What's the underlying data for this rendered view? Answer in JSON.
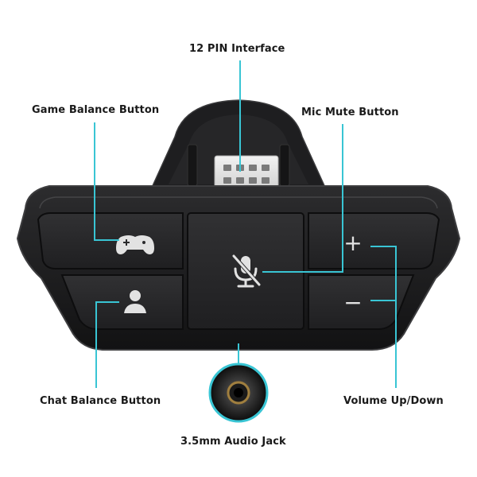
{
  "labels": {
    "pin_interface": "12 PIN Interface",
    "game_balance": "Game Balance Button",
    "mic_mute": "Mic Mute Button",
    "chat_balance": "Chat Balance Button",
    "volume": "Volume Up/Down",
    "audio_jack": "3.5mm Audio Jack"
  },
  "buttons": {
    "plus": "+",
    "minus": "−"
  },
  "icons": {
    "game": "gamepad-icon",
    "chat": "person-icon",
    "mic": "mic-muted-icon"
  },
  "colors": {
    "callout": "#39c5d4",
    "body": "#1c1c1e",
    "body_edge": "#3a3a3c",
    "button": "#2a2a2c",
    "connector": "#e6e6e6",
    "label": "#1a1a1a"
  }
}
